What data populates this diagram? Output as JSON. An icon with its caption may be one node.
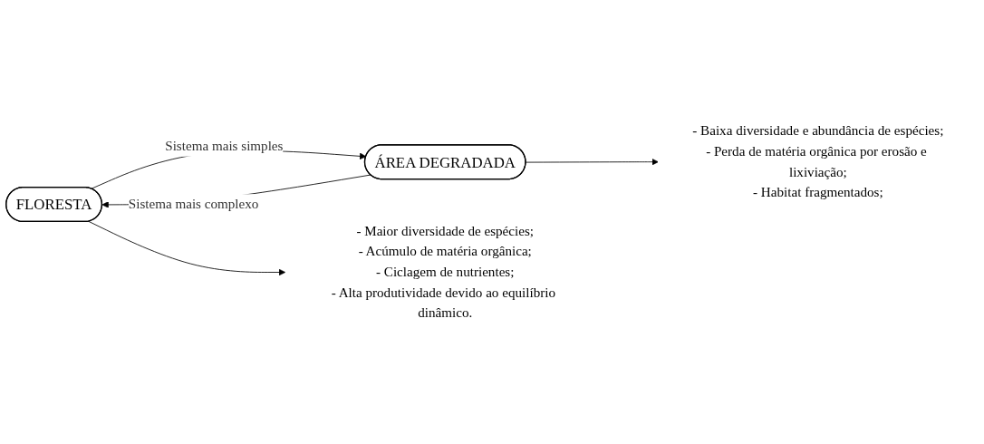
{
  "diagram": {
    "nodes": [
      {
        "text": [
          "FLORESTA"
        ]
      },
      {
        "text": [
          "ÁREA DEGRADADA"
        ]
      },
      {
        "text": [
          "- Maior diversidade de espécies;",
          "- Acúmulo de matéria orgânica;",
          "- Ciclagem de nutrientes;",
          "- Alta produtividade devido ao equilíbrio dinâmico."
        ]
      },
      {
        "text": [
          "- Baixa diversidade e abundância de espécies;",
          "- Perda de matéria orgânica por erosão e lixiviação;",
          "- Habitat fragmentados;"
        ]
      }
    ],
    "edges": [
      {
        "from": 0,
        "to": 1,
        "arrow": "to",
        "label": "Sistema mais simples"
      },
      {
        "from": 1,
        "to": 0,
        "arrow": "to",
        "label": "Sistema mais complexo"
      },
      {
        "from": 0,
        "to": 2,
        "arrow": "to"
      },
      {
        "from": 1,
        "to": 3,
        "arrow": "to"
      }
    ]
  }
}
